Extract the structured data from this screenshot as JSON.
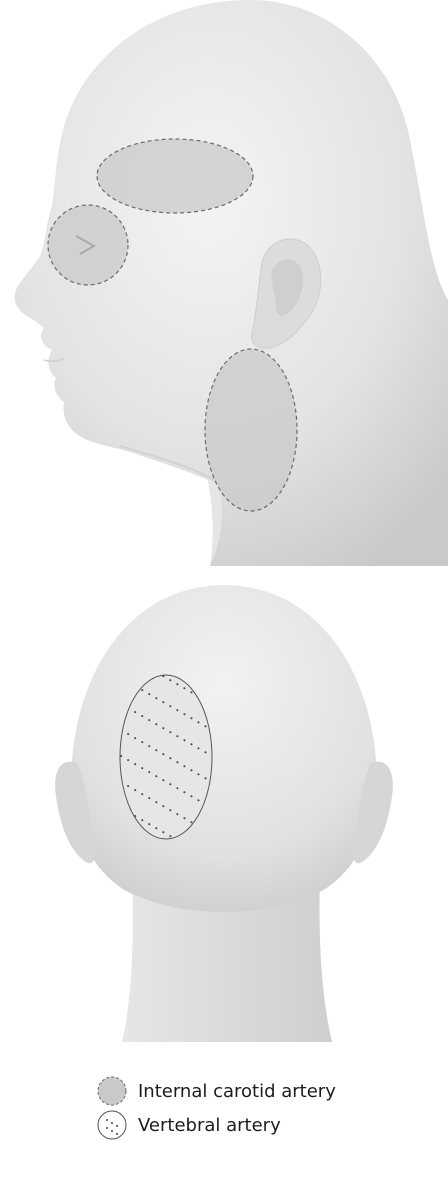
{
  "legend": {
    "items": [
      {
        "label": "Internal carotid artery",
        "pattern": "shaded-dashed"
      },
      {
        "label": "Vertebral artery",
        "pattern": "dotted"
      }
    ]
  },
  "colors": {
    "skin_light": "#efefef",
    "skin_mid": "#d9d9d9",
    "skin_shadow": "#c4c4c4",
    "region_fill": "#c9c9c9",
    "outline": "#6a6a6a",
    "text": "#1c1c1c"
  }
}
